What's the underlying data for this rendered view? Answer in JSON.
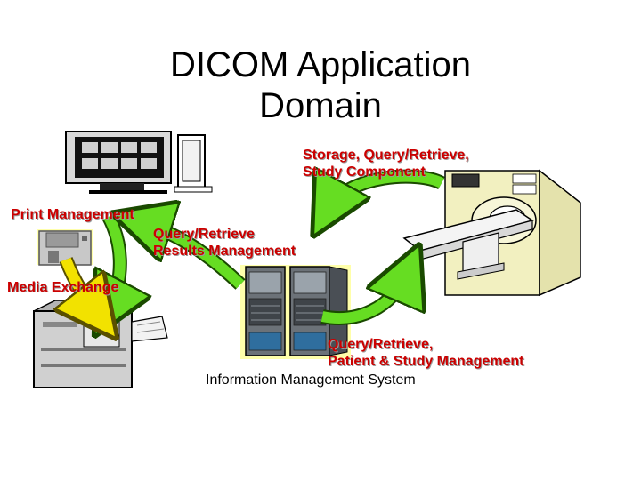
{
  "slide": {
    "title_line1": "DICOM Application",
    "title_line2": "Domain"
  },
  "labels": {
    "storage_line1": "Storage, Query/Retrieve,",
    "storage_line2": "Study Component",
    "print_management": "Print Management",
    "qr_results_line1": "Query/Retrieve",
    "qr_results_line2": "Results Management",
    "media_exchange": "Media Exchange",
    "qr_patient_line1": "Query/Retrieve,",
    "qr_patient_line2": "Patient & Study Management",
    "ims": "Information Management System"
  },
  "colors": {
    "label_red": "#cc0000",
    "arrow_green": "#66dd22",
    "arrow_yellow": "#f2e200",
    "scanner_fill": "#f2f0c0"
  },
  "icons": [
    "workstation-icon",
    "mri-scanner-icon",
    "floppy-disk-icon",
    "printer-icon",
    "server-rack-icon"
  ]
}
